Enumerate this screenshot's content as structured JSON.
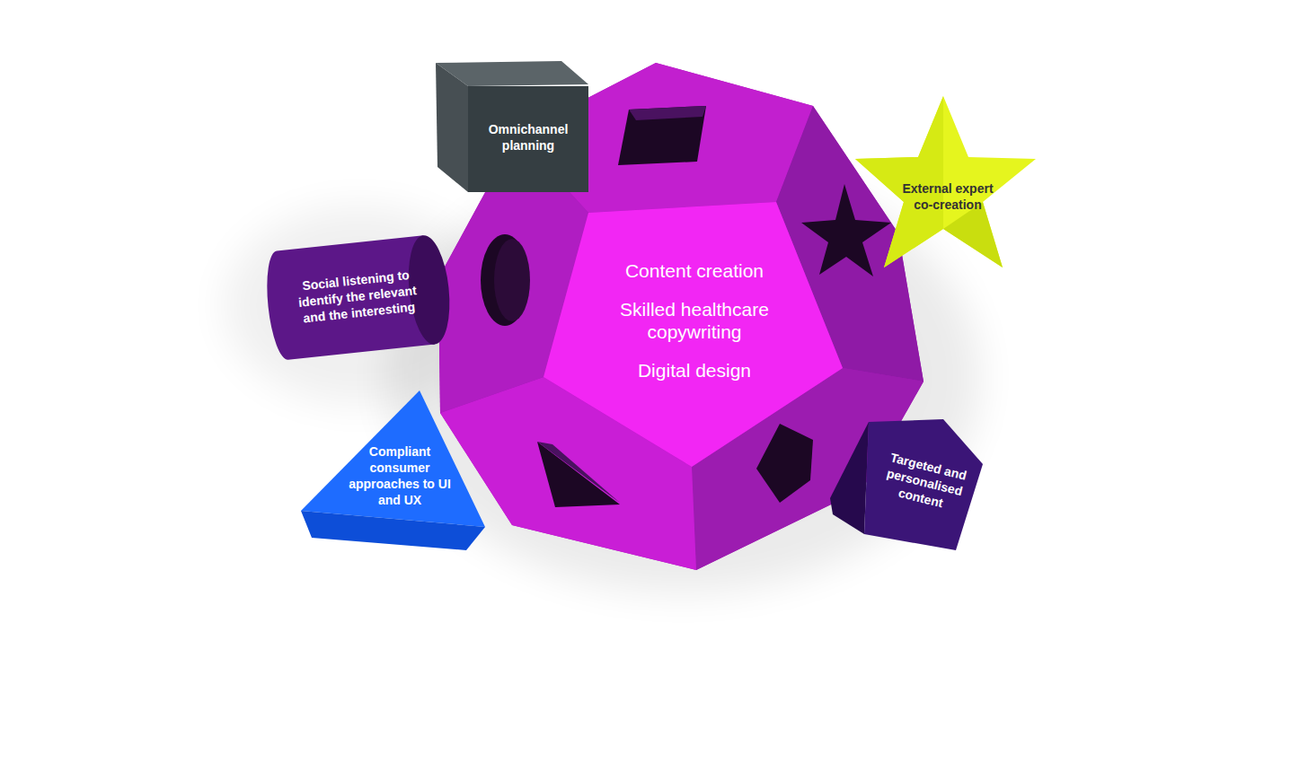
{
  "diagram": {
    "nodes": [
      {
        "text": [
          "Omnichannel planning"
        ]
      },
      {
        "text": [
          "External expert co-creation"
        ]
      },
      {
        "text": [
          "Social listening to identify the relevant and the interesting"
        ]
      },
      {
        "text": [
          "Content creation",
          "Skilled healthcare copywriting",
          "Digital design"
        ]
      },
      {
        "text": [
          "Compliant consumer approaches to UI and UX"
        ]
      },
      {
        "text": [
          "Targeted and personalised content"
        ]
      }
    ]
  }
}
